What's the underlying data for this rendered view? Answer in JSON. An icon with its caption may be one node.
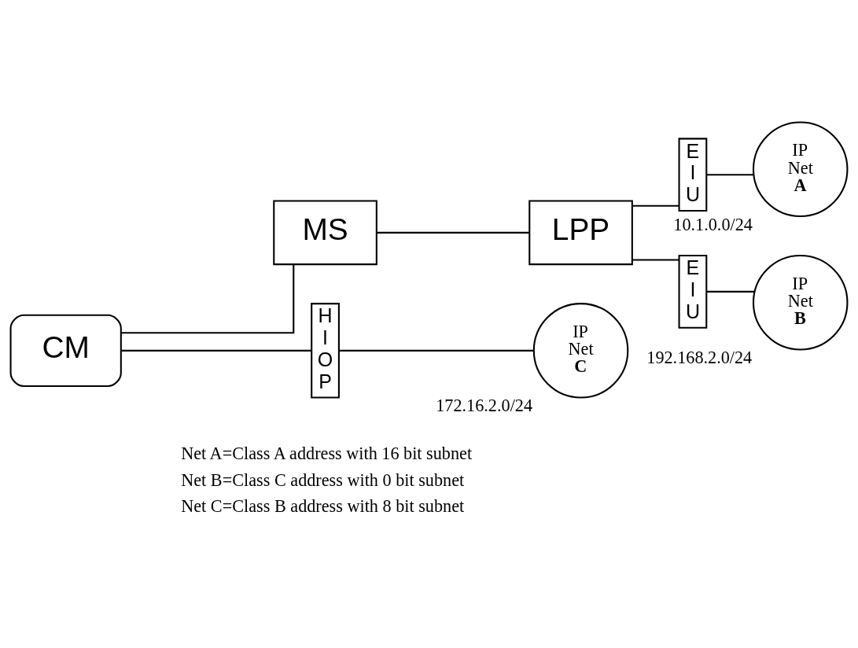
{
  "diagram": {
    "nodes": [
      {
        "text": [
          "CM"
        ]
      },
      {
        "text": [
          "MS"
        ]
      },
      {
        "text": [
          "LPP"
        ]
      },
      {
        "text": [
          "E I U"
        ]
      },
      {
        "text": [
          "IP Net A"
        ],
        "beside": [
          "10.1.0.0/24"
        ]
      },
      {
        "text": [
          "E I U"
        ]
      },
      {
        "text": [
          "IP Net B"
        ],
        "beside": [
          "192.168.2.0/24"
        ]
      },
      {
        "text": [
          "H I O P"
        ]
      },
      {
        "text": [
          "IP Net C"
        ],
        "beside": [
          "172.16.2.0/24"
        ]
      }
    ],
    "edges": [
      {
        "from": 0,
        "to": 1,
        "arrow": "none"
      },
      {
        "from": 1,
        "to": 2,
        "arrow": "none"
      },
      {
        "from": 2,
        "to": 3,
        "arrow": "none"
      },
      {
        "from": 3,
        "to": 4,
        "arrow": "none"
      },
      {
        "from": 2,
        "to": 5,
        "arrow": "none"
      },
      {
        "from": 5,
        "to": 6,
        "arrow": "none"
      },
      {
        "from": 0,
        "to": 7,
        "arrow": "none"
      },
      {
        "from": 7,
        "to": 8,
        "arrow": "none"
      }
    ],
    "labels": [
      "Net A=Class A address with 16 bit subnet",
      "Net B=Class C address with 0 bit subnet",
      "Net C=Class B address with 8 bit subnet"
    ]
  }
}
